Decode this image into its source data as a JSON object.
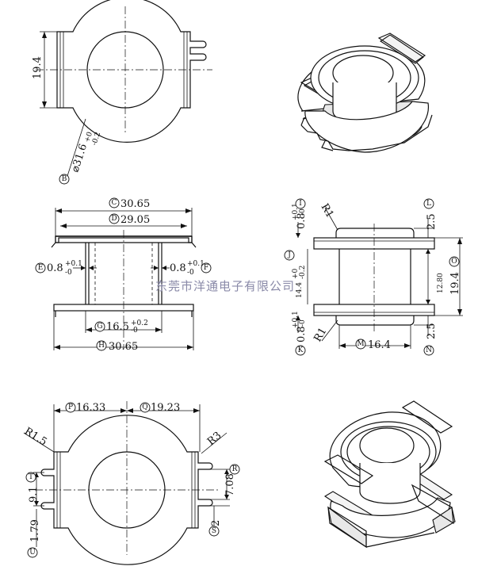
{
  "watermark": "东莞市洋通电子有限公司",
  "top_view": {
    "height_dim": "19.4",
    "diameter_dim": "⌀31.6",
    "diameter_tol_upper": "+0",
    "diameter_tol_lower": "-0.2",
    "badge_b": "B"
  },
  "front_view": {
    "badge_c": "C",
    "width_c": "30.65",
    "badge_d": "D",
    "width_d": "29.05",
    "badge_e": "E",
    "flange_e": "0.8",
    "badge_f": "F",
    "flange_f": "0.8",
    "tol_upper": "+0.1",
    "tol_lower": "-0",
    "badge_g": "G",
    "core_g": "16.5",
    "core_g_tol": "+0.2",
    "core_g_tol_lower": "-0",
    "badge_h": "H",
    "width_h": "30.65"
  },
  "side_view": {
    "badge_i": "I",
    "top_flange": "0.8",
    "tol_upper": "+0.1",
    "tol_lower": "-0",
    "radius_top": "R1",
    "badge_l": "L",
    "dim_l": "2.5",
    "badge_j": "J",
    "inner_height": "14.4",
    "inner_tol_upper": "+0",
    "inner_tol_lower": "-0.2",
    "winding_height": "12.80",
    "badge_o": "O",
    "total_height": "19.4",
    "radius_bottom": "R1",
    "badge_k": "K",
    "bottom_flange": "0.8",
    "badge_m": "M",
    "dim_m": "16.4",
    "badge_n": "N",
    "dim_n": "2.5"
  },
  "bottom_view": {
    "badge_p": "P",
    "dim_p": "16.33",
    "badge_q": "Q",
    "dim_q": "19.23",
    "radius_left": "R1.5",
    "radius_right": "R3",
    "badge_t": "T",
    "dim_t": "9.1",
    "badge_u": "U",
    "dim_u": "1.79",
    "badge_r": "R",
    "dim_r": "7.08",
    "badge_s": "S",
    "dim_s": "2"
  }
}
